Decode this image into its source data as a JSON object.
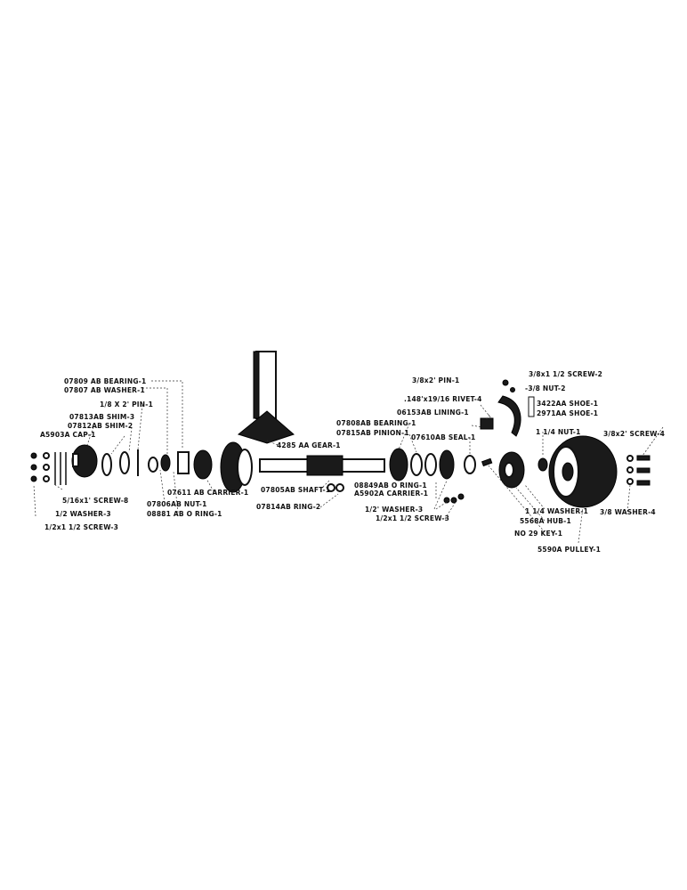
{
  "labels": {
    "bearing_left": "07809 AB BEARING-1",
    "washer_left": "07807 AB WASHER-1",
    "pin_left": "1/8 X 2' PIN-1",
    "shim3": "07813AB SHIM-3",
    "shim2": "07812AB SHIM-2",
    "cap": "A5903A CAP-1",
    "screw8": "5/16x1' SCREW-8",
    "washer3_left": "1/2 WASHER-3",
    "screw3_left": "1/2x1 1/2 SCREW-3",
    "nut_left": "07806AB NUT-1",
    "oring_left": "08881 AB O RING-1",
    "carrier_left": "07611 AB CARRIER-1",
    "gear": "4285 AA GEAR-1",
    "shaft": "07805AB SHAFT-1",
    "ring": "07814AB RING-2",
    "bearing_right": "07808AB BEARING-1",
    "pinion": "07815AB PINION-1",
    "seal": "07610AB SEAL-1",
    "oring_right": "08849AB O RING-1",
    "carrier_right": "A5902A CARRIER-1",
    "washer3_right": "1/2' WASHER-3",
    "screw3_right": "1/2x1 1/2 SCREW-3",
    "pin_right": "3/8x2' PIN-1",
    "rivet": ".148'x19/16 RIVET-4",
    "lining": "06153AB LINING-1",
    "screw2": "3/8x1 1/2 SCREW-2",
    "nut2": "-3/8 NUT-2",
    "shoe_a": "3422AA SHOE-1",
    "shoe_b": "2971AA SHOE-1",
    "nut_right": "1 1/4 NUT-1",
    "screw4": "3/8x2' SCREW-4",
    "washer4": "3/8 WASHER-4",
    "washer1": "1 1/4 WASHER-1",
    "hub": "5568A HUB-1",
    "key": "NO 29 KEY-1",
    "pulley": "5590A PULLEY-1"
  }
}
